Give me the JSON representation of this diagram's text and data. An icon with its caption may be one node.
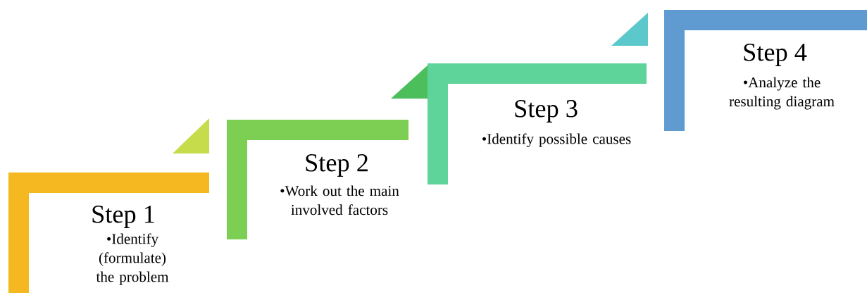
{
  "diagram": {
    "nodes": [
      {
        "text": [
          "Step 1",
          "•Identify (formulate) the problem"
        ]
      },
      {
        "text": [
          "Step 2",
          "•Work out the main involved factors"
        ]
      },
      {
        "text": [
          "Step 3",
          "•Identify possible causes"
        ]
      },
      {
        "text": [
          "Step 4",
          "•Analyze the resulting diagram"
        ]
      }
    ]
  }
}
